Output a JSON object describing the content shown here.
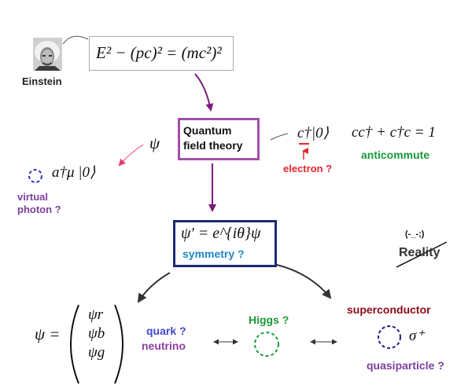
{
  "einstein": {
    "caption": "Einstein",
    "equation": "E² − (pc)² = (mc²)²"
  },
  "qft": {
    "line1": "Quantum",
    "line2": "field  theory",
    "box_color": "#a050a8"
  },
  "psi_symbol": "ψ",
  "virtual_photon": {
    "formula": "a†μ |0⟩",
    "label_line1": "virtual",
    "label_line2": "photon ?",
    "color": "#7b3f9e"
  },
  "electron": {
    "formula": "c†|0⟩",
    "label": "electron ?",
    "color": "#e8262b"
  },
  "anticommute": {
    "formula": "cc† + c†c = 1",
    "label": "anticommute",
    "color": "#1a9a3a"
  },
  "symmetry": {
    "formula": "ψ′ = e^{iθ}ψ",
    "label": "symmetry ?",
    "label_color": "#1f86c8",
    "box_color": "#1c2a70"
  },
  "reality": {
    "face": "(-_-;)",
    "word": "Reality"
  },
  "quark_vector": {
    "lhs": "ψ =",
    "components": [
      "ψr",
      "ψb",
      "ψg"
    ]
  },
  "quark": {
    "line1": "quark ?",
    "line2": "neutrino",
    "color1": "#3f48cc",
    "color2": "#8e3fa6"
  },
  "higgs": {
    "label": "Higgs ?",
    "color": "#1a9a3a"
  },
  "superconductor": {
    "label": "superconductor",
    "color": "#8b0a1a"
  },
  "quasiparticle": {
    "symbol": "σ⁺",
    "label": "quasiparticle ?",
    "color": "#7b3f9e"
  },
  "colors": {
    "arrow_purple": "#7a1a7a",
    "arrow_dark": "#333333",
    "arrow_pink": "#e83a6a"
  }
}
